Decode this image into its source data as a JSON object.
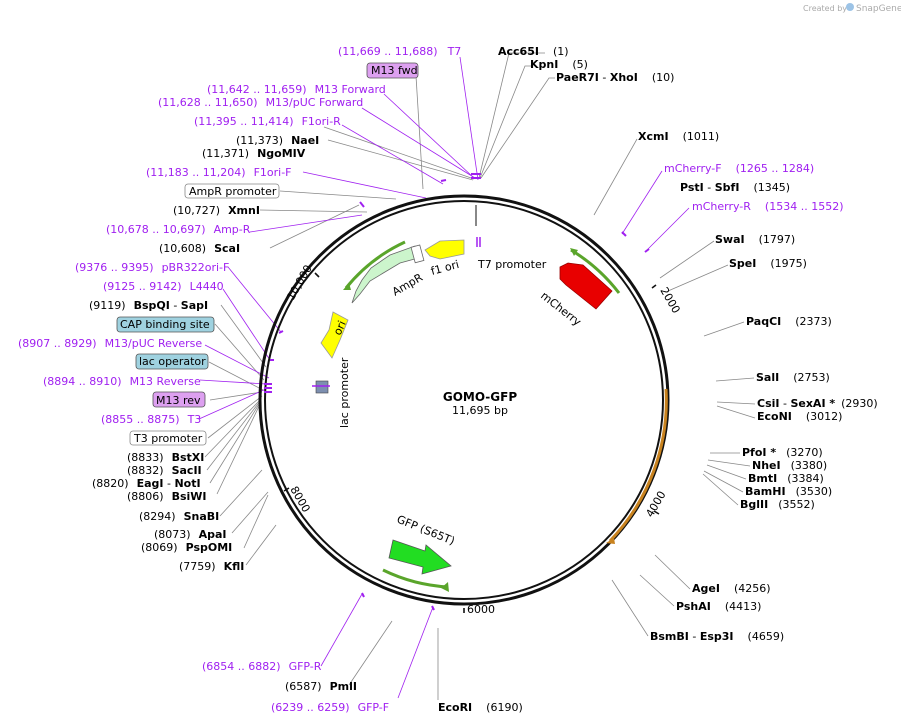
{
  "app": {
    "credit_prefix": "Created by",
    "credit_brand": "SnapGene"
  },
  "plasmid": {
    "name": "GOMO-GFP",
    "size_label": "11,695 bp"
  },
  "scale_ticks": [
    "2000",
    "4000",
    "6000",
    "8000",
    "10,000"
  ],
  "features": {
    "t7_promoter": "T7 promoter",
    "mcherry": "mCherry",
    "f1_ori": "f1 ori",
    "ampr": "AmpR",
    "ori": "ori",
    "lac_promoter": "lac promoter",
    "gfp": "GFP (S65T)"
  },
  "colors": {
    "backbone": "#111111",
    "mcherry": "#e80000",
    "f1_ori": "#ffff00",
    "ampr": "#ccf5cc",
    "ori": "#ffff00",
    "gfp": "#22dd22",
    "primer_arc_green": "#5aa52b",
    "primer_arc_orange": "#c8821e",
    "label_purple": "#a020f0",
    "box_purple": "#dda0f0",
    "box_blue": "#9fd2e0"
  },
  "labels": {
    "t7_left": {
      "range": "(11,669 .. 11,688)",
      "name": "T7"
    },
    "m13fwd_box": "M13 fwd",
    "m13_forward": {
      "range": "(11,642 .. 11,659)",
      "name": "M13 Forward"
    },
    "m13puc_forward": {
      "range": "(11,628 .. 11,650)",
      "name": "M13/pUC Forward"
    },
    "f1ori_r": {
      "range": "(11,395 .. 11,414)",
      "name": "F1ori-R"
    },
    "naei": {
      "pos": "(11,373)",
      "name": "NaeI"
    },
    "ngomiv": {
      "pos": "(11,371)",
      "name": "NgoMIV"
    },
    "f1ori_f": {
      "range": "(11,183 .. 11,204)",
      "name": "F1ori-F"
    },
    "ampr_promoter_box": "AmpR promoter",
    "xmni": {
      "pos": "(10,727)",
      "name": "XmnI"
    },
    "amp_r": {
      "range": "(10,678 .. 10,697)",
      "name": "Amp-R"
    },
    "scai": {
      "pos": "(10,608)",
      "name": "ScaI"
    },
    "pbr322ori_f": {
      "range": "(9376 .. 9395)",
      "name": "pBR322ori-F"
    },
    "l4440": {
      "range": "(9125 .. 9142)",
      "name": "L4440"
    },
    "bspqi": {
      "pos": "(9119)",
      "name": "BspQI",
      "sep": " - ",
      "name2": "SapI"
    },
    "cap_box": "CAP binding site",
    "m13puc_reverse": {
      "range": "(8907 .. 8929)",
      "name": "M13/pUC Reverse"
    },
    "lac_operator_box": "lac operator",
    "m13_reverse": {
      "range": "(8894 .. 8910)",
      "name": "M13 Reverse"
    },
    "m13rev_box": "M13 rev",
    "t3": {
      "range": "(8855 .. 8875)",
      "name": "T3"
    },
    "t3_promoter_box": "T3 promoter",
    "bstxi": {
      "pos": "(8833)",
      "name": "BstXI"
    },
    "sacii": {
      "pos": "(8832)",
      "name": "SacII"
    },
    "eagi": {
      "pos": "(8820)",
      "name": "EagI",
      "sep": " - ",
      "name2": "NotI"
    },
    "bsiwi": {
      "pos": "(8806)",
      "name": "BsiWI"
    },
    "snabi": {
      "pos": "(8294)",
      "name": "SnaBI"
    },
    "apai": {
      "pos": "(8073)",
      "name": "ApaI"
    },
    "pspomi": {
      "pos": "(8069)",
      "name": "PspOMI"
    },
    "kfli": {
      "pos": "(7759)",
      "name": "KflI"
    },
    "gfp_r": {
      "range": "(6854 .. 6882)",
      "name": "GFP-R"
    },
    "pmli": {
      "pos": "(6587)",
      "name": "PmlI"
    },
    "gfp_f": {
      "range": "(6239 .. 6259)",
      "name": "GFP-F"
    },
    "ecori": {
      "name": "EcoRI",
      "pos": "(6190)"
    },
    "acc65i": {
      "name": "Acc65I",
      "pos": "(1)"
    },
    "kpni": {
      "name": "KpnI",
      "pos": "(5)"
    },
    "paer7i": {
      "name": "PaeR7I",
      "sep": " - ",
      "name2": "XhoI",
      "pos": "(10)"
    },
    "xcmi": {
      "name": "XcmI",
      "pos": "(1011)"
    },
    "mcherry_f": {
      "name": "mCherry-F",
      "range": "(1265 .. 1284)"
    },
    "psti": {
      "name": "PstI",
      "sep": " - ",
      "name2": "SbfI",
      "pos": "(1345)"
    },
    "mcherry_r": {
      "name": "mCherry-R",
      "range": "(1534 .. 1552)"
    },
    "swai": {
      "name": "SwaI",
      "pos": "(1797)"
    },
    "spei": {
      "name": "SpeI",
      "pos": "(1975)"
    },
    "paqci": {
      "name": "PaqCI",
      "pos": "(2373)"
    },
    "sali": {
      "name": "SalI",
      "pos": "(2753)"
    },
    "csii": {
      "name": "CsiI",
      "sep": " - ",
      "name2": "SexAI *",
      "pos": "(2930)"
    },
    "econi": {
      "name": "EcoNI",
      "pos": "(3012)"
    },
    "pfoi": {
      "name": "PfoI *",
      "pos": "(3270)"
    },
    "nhei": {
      "name": "NheI",
      "pos": "(3380)"
    },
    "bmti": {
      "name": "BmtI",
      "pos": "(3384)"
    },
    "bamhi": {
      "name": "BamHI",
      "pos": "(3530)"
    },
    "bglii": {
      "name": "BglII",
      "pos": "(3552)"
    },
    "agei": {
      "name": "AgeI",
      "pos": "(4256)"
    },
    "pshai": {
      "name": "PshAI",
      "pos": "(4413)"
    },
    "bsmbi": {
      "name": "BsmBI",
      "sep": " - ",
      "name2": "Esp3I",
      "pos": "(4659)"
    }
  }
}
